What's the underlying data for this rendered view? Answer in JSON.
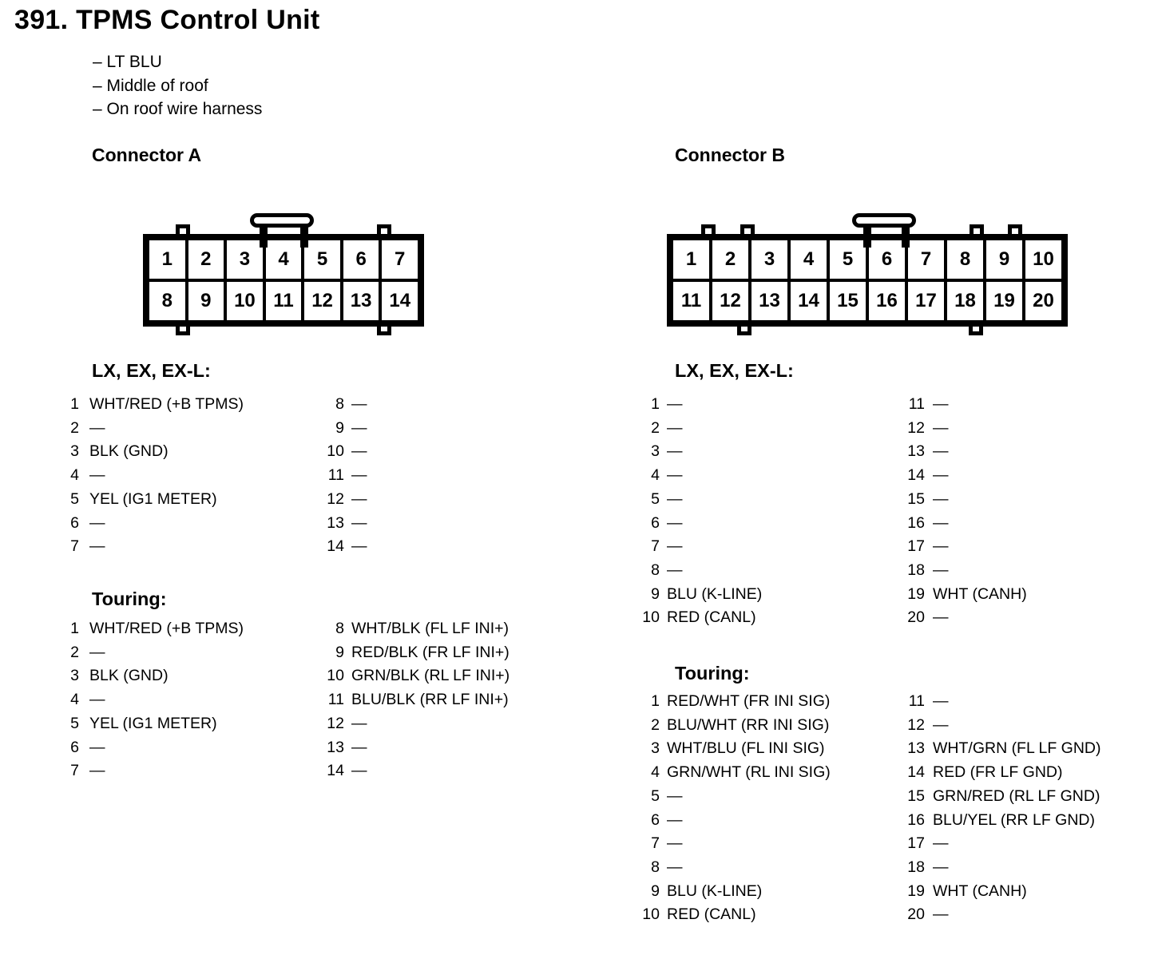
{
  "colors": {
    "ink": "#000000",
    "paper": "#ffffff"
  },
  "page": {
    "title": "391. TPMS Control Unit",
    "bullets": [
      "– LT BLU",
      "– Middle of roof",
      "– On roof wire harness"
    ]
  },
  "connector_a": {
    "label": "Connector A",
    "pins": [
      "1",
      "2",
      "3",
      "4",
      "5",
      "6",
      "7",
      "8",
      "9",
      "10",
      "11",
      "12",
      "13",
      "14"
    ],
    "lx": {
      "heading": "LX, EX, EX-L:",
      "left": [
        {
          "n": "1",
          "t": "WHT/RED (+B TPMS)"
        },
        {
          "n": "2",
          "t": "—"
        },
        {
          "n": "3",
          "t": "BLK (GND)"
        },
        {
          "n": "4",
          "t": "—"
        },
        {
          "n": "5",
          "t": "YEL (IG1 METER)"
        },
        {
          "n": "6",
          "t": "—"
        },
        {
          "n": "7",
          "t": "—"
        }
      ],
      "right": [
        {
          "n": "8",
          "t": "—"
        },
        {
          "n": "9",
          "t": "—"
        },
        {
          "n": "10",
          "t": "—"
        },
        {
          "n": "11",
          "t": "—"
        },
        {
          "n": "12",
          "t": "—"
        },
        {
          "n": "13",
          "t": "—"
        },
        {
          "n": "14",
          "t": "—"
        }
      ]
    },
    "touring": {
      "heading": "Touring:",
      "left": [
        {
          "n": "1",
          "t": "WHT/RED (+B TPMS)"
        },
        {
          "n": "2",
          "t": "—"
        },
        {
          "n": "3",
          "t": "BLK (GND)"
        },
        {
          "n": "4",
          "t": "—"
        },
        {
          "n": "5",
          "t": "YEL (IG1 METER)"
        },
        {
          "n": "6",
          "t": "—"
        },
        {
          "n": "7",
          "t": "—"
        }
      ],
      "right": [
        {
          "n": "8",
          "t": "WHT/BLK (FL LF INI+)"
        },
        {
          "n": "9",
          "t": "RED/BLK (FR LF INI+)"
        },
        {
          "n": "10",
          "t": "GRN/BLK (RL LF INI+)"
        },
        {
          "n": "11",
          "t": "BLU/BLK (RR LF INI+)"
        },
        {
          "n": "12",
          "t": "—"
        },
        {
          "n": "13",
          "t": "—"
        },
        {
          "n": "14",
          "t": "—"
        }
      ]
    }
  },
  "connector_b": {
    "label": "Connector B",
    "pins": [
      "1",
      "2",
      "3",
      "4",
      "5",
      "6",
      "7",
      "8",
      "9",
      "10",
      "11",
      "12",
      "13",
      "14",
      "15",
      "16",
      "17",
      "18",
      "19",
      "20"
    ],
    "lx": {
      "heading": "LX, EX, EX-L:",
      "left": [
        {
          "n": "1",
          "t": "—"
        },
        {
          "n": "2",
          "t": "—"
        },
        {
          "n": "3",
          "t": "—"
        },
        {
          "n": "4",
          "t": "—"
        },
        {
          "n": "5",
          "t": "—"
        },
        {
          "n": "6",
          "t": "—"
        },
        {
          "n": "7",
          "t": "—"
        },
        {
          "n": "8",
          "t": "—"
        },
        {
          "n": "9",
          "t": "BLU (K-LINE)"
        },
        {
          "n": "10",
          "t": "RED (CANL)"
        }
      ],
      "right": [
        {
          "n": "11",
          "t": "—"
        },
        {
          "n": "12",
          "t": "—"
        },
        {
          "n": "13",
          "t": "—"
        },
        {
          "n": "14",
          "t": "—"
        },
        {
          "n": "15",
          "t": "—"
        },
        {
          "n": "16",
          "t": "—"
        },
        {
          "n": "17",
          "t": "—"
        },
        {
          "n": "18",
          "t": "—"
        },
        {
          "n": "19",
          "t": "WHT (CANH)"
        },
        {
          "n": "20",
          "t": "—"
        }
      ]
    },
    "touring": {
      "heading": "Touring:",
      "left": [
        {
          "n": "1",
          "t": "RED/WHT (FR INI SIG)"
        },
        {
          "n": "2",
          "t": "BLU/WHT (RR INI SIG)"
        },
        {
          "n": "3",
          "t": "WHT/BLU (FL INI SIG)"
        },
        {
          "n": "4",
          "t": "GRN/WHT (RL INI SIG)"
        },
        {
          "n": "5",
          "t": "—"
        },
        {
          "n": "6",
          "t": "—"
        },
        {
          "n": "7",
          "t": "—"
        },
        {
          "n": "8",
          "t": "—"
        },
        {
          "n": "9",
          "t": "BLU (K-LINE)"
        },
        {
          "n": "10",
          "t": "RED (CANL)"
        }
      ],
      "right": [
        {
          "n": "11",
          "t": "—"
        },
        {
          "n": "12",
          "t": "—"
        },
        {
          "n": "13",
          "t": "WHT/GRN (FL LF GND)"
        },
        {
          "n": "14",
          "t": "RED (FR LF GND)"
        },
        {
          "n": "15",
          "t": "GRN/RED (RL LF GND)"
        },
        {
          "n": "16",
          "t": "BLU/YEL (RR LF GND)"
        },
        {
          "n": "17",
          "t": "—"
        },
        {
          "n": "18",
          "t": "—"
        },
        {
          "n": "19",
          "t": "WHT (CANH)"
        },
        {
          "n": "20",
          "t": "—"
        }
      ]
    }
  }
}
